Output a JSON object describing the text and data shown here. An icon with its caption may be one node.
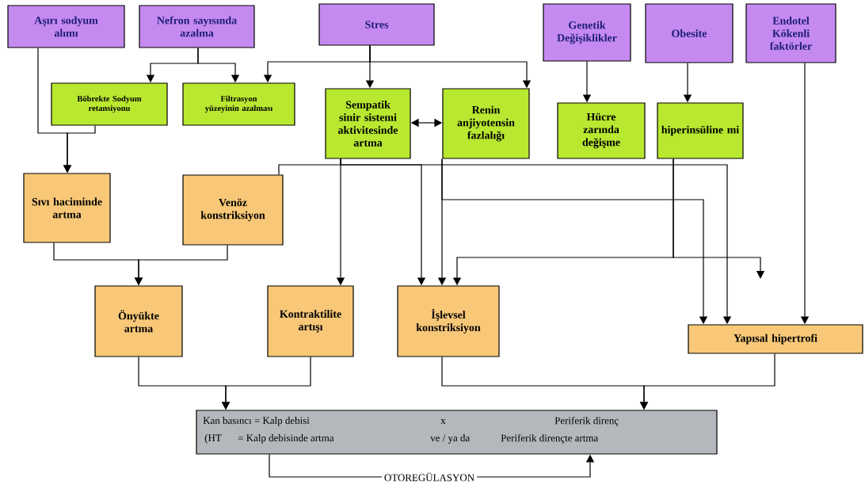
{
  "diagram": {
    "nodes": [
      {
        "text": [
          "Aşırı sodyum alımı"
        ]
      },
      {
        "text": [
          "Nefron sayısında azalma"
        ]
      },
      {
        "text": [
          "Stres"
        ]
      },
      {
        "text": [
          "Genetik Değişiklikler"
        ]
      },
      {
        "text": [
          "Obesite"
        ]
      },
      {
        "text": [
          "Endotel Kökenli faktörler"
        ]
      },
      {
        "text": [
          "Böbrekte Sodyum retansiyonu"
        ]
      },
      {
        "text": [
          "Filtrasyon yüzeyinin azalması"
        ]
      },
      {
        "text": [
          "Sempatik sinir sistemi aktivitesinde artma"
        ]
      },
      {
        "text": [
          "Renin anjiyotensin fazlalığı"
        ]
      },
      {
        "text": [
          "Hücre zarında değişme"
        ]
      },
      {
        "text": [
          "hiperinsüline mi"
        ]
      },
      {
        "text": [
          "Sıvı haciminde artma"
        ]
      },
      {
        "text": [
          "Venöz konstriksiyon"
        ]
      },
      {
        "text": [
          "Önyükte artma"
        ]
      },
      {
        "text": [
          "Kontraktilite artışı"
        ]
      },
      {
        "text": [
          "İşlevsel konstriksiyon"
        ]
      },
      {
        "text": [
          "Yapısal hipertrofi"
        ]
      },
      {
        "text": [
          "Kan basıncı = Kalp debisi",
          "x",
          "Periferik direnç",
          "(HT",
          "= Kalp debisinde artma",
          "ve / ya da",
          "Periferik dirençte artma"
        ]
      }
    ],
    "edges": [
      {
        "from": 0,
        "to": 12,
        "arrow": "to"
      },
      {
        "from": 6,
        "to": 12,
        "arrow": "to"
      },
      {
        "from": 1,
        "to": 6,
        "arrow": "to"
      },
      {
        "from": 1,
        "to": 7,
        "arrow": "to"
      },
      {
        "from": 2,
        "to": 7,
        "arrow": "to"
      },
      {
        "from": 2,
        "to": 8,
        "arrow": "to"
      },
      {
        "from": 2,
        "to": 9,
        "arrow": "to"
      },
      {
        "from": 8,
        "to": 9,
        "arrow": "both"
      },
      {
        "from": 3,
        "to": 10,
        "arrow": "to"
      },
      {
        "from": 4,
        "to": 11,
        "arrow": "to"
      },
      {
        "from": 5,
        "to": 17,
        "arrow": "to"
      },
      {
        "from": 8,
        "to": 15,
        "arrow": "to"
      },
      {
        "from": 8,
        "to": 13,
        "arrow": "none"
      },
      {
        "from": 8,
        "to": 16,
        "arrow": "to"
      },
      {
        "from": 8,
        "to": 17,
        "arrow": "to"
      },
      {
        "from": 9,
        "to": 16,
        "arrow": "to"
      },
      {
        "from": 9,
        "to": 17,
        "arrow": "to"
      },
      {
        "from": 11,
        "to": 16,
        "arrow": "to"
      },
      {
        "from": 11,
        "to": null,
        "arrow": "to"
      },
      {
        "from": 12,
        "to": 14,
        "arrow": "to"
      },
      {
        "from": 13,
        "to": 14,
        "arrow": "to"
      },
      {
        "from": 14,
        "to": 18,
        "arrow": "to"
      },
      {
        "from": 15,
        "to": 18,
        "arrow": "to"
      },
      {
        "from": 16,
        "to": 18,
        "arrow": "to"
      },
      {
        "from": 17,
        "to": 18,
        "arrow": "to"
      },
      {
        "from": 18,
        "to": 18,
        "arrow": "to",
        "label": "OTOREGÜLASYON"
      }
    ]
  }
}
